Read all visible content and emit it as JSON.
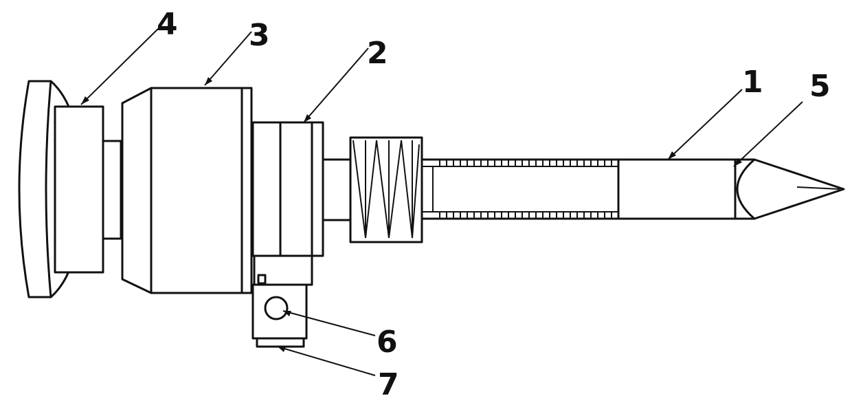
{
  "labels": {
    "l1": "1",
    "l2": "2",
    "l3": "3",
    "l4": "4",
    "l5": "5",
    "l6": "6",
    "l7": "7"
  },
  "colors": {
    "line": "#111111",
    "background": "#ffffff"
  }
}
